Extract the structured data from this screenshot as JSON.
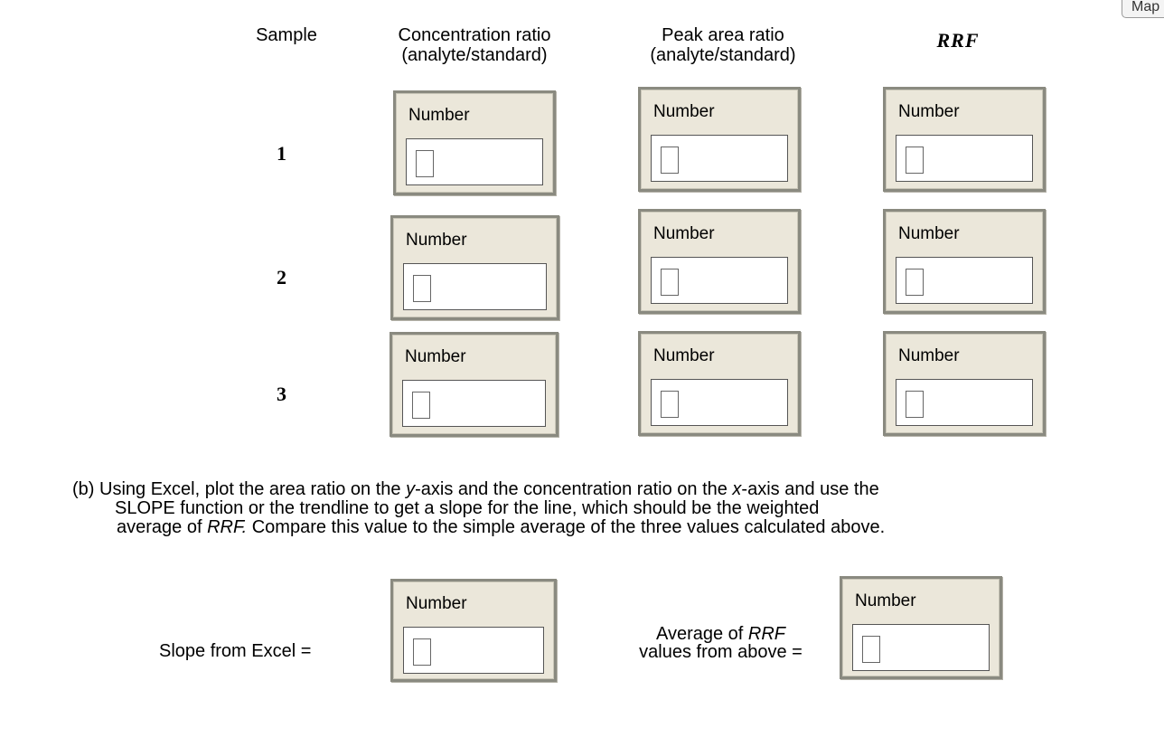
{
  "map_button": "Map",
  "table": {
    "headers": {
      "sample": "Sample",
      "conc_line1": "Concentration ratio",
      "conc_line2": "(analyte/standard)",
      "peak_line1": "Peak area ratio",
      "peak_line2": "(analyte/standard)",
      "rrf": "RRF"
    },
    "rows": [
      "1",
      "2",
      "3"
    ]
  },
  "field_label": "Number",
  "field_value": "",
  "part_b": {
    "line1_a": "(b)  Using Excel, plot the area ratio on the ",
    "line1_y": "y",
    "line1_b": "-axis and the concentration ratio on the ",
    "line1_x": "x",
    "line1_c": "-axis and use the",
    "line2": "SLOPE function or the trendline to get a slope for the line, which should be the weighted",
    "line3_a": "average of ",
    "line3_rrf": "RRF.",
    "line3_b": "  Compare this value to the simple average of the three values calculated above."
  },
  "slope_label": "Slope from Excel =",
  "avg_label_line1_a": "Average of ",
  "avg_label_line1_rrf": "RRF",
  "avg_label_line2": "values from above ="
}
